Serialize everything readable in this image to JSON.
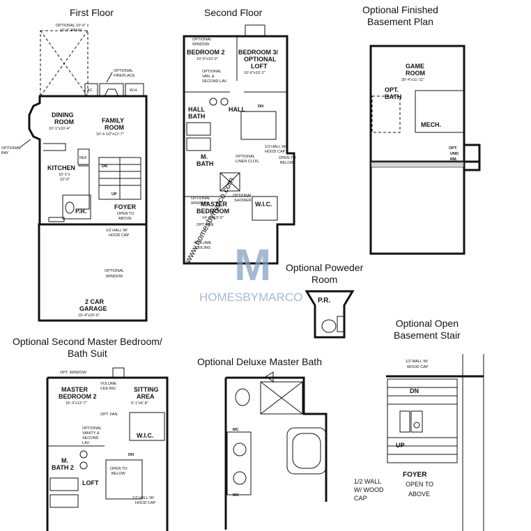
{
  "headings": {
    "first_floor": "First Floor",
    "second_floor": "Second Floor",
    "basement_line1": "Optional Finished",
    "basement_line2": "Basement Plan",
    "powder_line1": "Optional Poweder",
    "powder_line2": "Room",
    "open_stair_line1": "Optional Open",
    "open_stair_line2": "Basement Stair",
    "second_master_line1": "Optional Second Master Bedroom/",
    "second_master_line2": "Bath Suit",
    "deluxe_bath": "Optional Deluxe Master Bath"
  },
  "first_floor": {
    "patio_line1": "OPTIONAL 10'-0\" x",
    "patio_line2": "10'-0\" PATIO",
    "fireplace_line1": "OPTIONAL",
    "fireplace_line2": "FIREPLACE",
    "ac": "AC",
    "wh": "W.H.",
    "dining_name": "DINING",
    "dining_name2": "ROOM",
    "dining_dim": "10'-1\"x10'-4\"",
    "family_name": "FAMILY",
    "family_name2": "ROOM",
    "family_dim": "10'-4 1/2\"x12'-7\"",
    "bay_line1": "OPTIONAL",
    "bay_line2": "BAY",
    "kitchen_name": "KITCHEN",
    "kitchen_dim1": "10'-1\"x",
    "kitchen_dim2": "10'-0\"",
    "ref": "REF",
    "dn": "DN",
    "up": "UP",
    "pr": "P.R.",
    "foyer": "FOYER",
    "open_to": "OPEN TO",
    "above": "ABOVE",
    "half_wall": "1/2 HALL W/",
    "hood_cap": "HOOD CAP",
    "opt_window1": "OPTIONAL",
    "opt_window2": "WINDOW",
    "garage_name1": "2 CAR",
    "garage_name2": "GARAGE",
    "garage_dim": "19'-4\"x20'-0\""
  },
  "second_floor": {
    "opt_window1": "OPTIONAL",
    "opt_window2": "WINDOW",
    "bed2_name": "BEDROOM 2",
    "bed2_dim": "10'-5\"x10'-0\"",
    "bed3_name": "BEDROOM 3/",
    "bed3_name2": "OPTIONAL",
    "bed3_name3": "LOFT",
    "bed3_dim": "10'-6\"x10'-2\"",
    "van_line1": "OPTIONAL",
    "van_line2": "VAN. &",
    "van_line3": "SECOND LAV.",
    "hall_bath1": "HALL",
    "hall_bath2": "BATH",
    "hall": "HALL",
    "dn": "DN",
    "mbath1": "M.",
    "mbath2": "BATH",
    "half_wall1": "1/2 HALL W/",
    "half_wall2": "HOOD CAP",
    "linen1": "OPTIONAL",
    "linen2": "LINEN CLOS.",
    "open_to1": "OPEN TO",
    "open_to2": "BELOW",
    "opt_shower1": "OPTIONAL",
    "opt_shower2": "SHOWER",
    "master_name1": "MASTER",
    "master_name2": "BEDROOM",
    "master_dim": "14'-0\"x13'-0\"",
    "opt_fan": "OPT. FAN",
    "wic": "W.I.C.",
    "volume1": "VOLUME",
    "volume2": "CEILING",
    "opt_window_b1": "OPTIONAL",
    "opt_window_b2": "WINDOW"
  },
  "basement": {
    "game_name1": "GAME",
    "game_name2": "ROOM",
    "game_dim": "20'-4\"x11'-11\"",
    "opt_bath1": "OPT.",
    "opt_bath2": "BATH",
    "mech": "MECH.",
    "opt1": "OPT.",
    "und_rm1": "UND",
    "und_rm2": "RM."
  },
  "powder": {
    "pr": "P.R."
  },
  "second_master": {
    "opt_window": "OPT. WINDOW",
    "master_name1": "MASTER",
    "master_name2": "BEDROOM 2",
    "master_dim": "15'-3\"x12'-7\"",
    "volume1": "VOLUME",
    "volume2": "CEILING",
    "sitting_name1": "SITTING",
    "sitting_name2": "AREA",
    "sitting_dim": "6'-1\"x6'-8\"",
    "opt_fan": "OPT. FAN",
    "wic": "W.I.C.",
    "vanity1": "OPTIONAL",
    "vanity2": "VANITY &",
    "vanity3": "SECOND",
    "vanity4": "LAV.",
    "mbath1": "M.",
    "mbath2": "BATH 2",
    "loft": "LOFT",
    "open_to1": "OPEN TO",
    "open_to2": "BELOW",
    "dn": "DN",
    "half_wall1": "1/2 HALL W/",
    "half_wall2": "HOOD CAP"
  },
  "deluxe_bath": {
    "mc": "MC"
  },
  "open_stair": {
    "half_wall_top1": "1/2 WALL W/",
    "half_wall_top2": "WOOD CAP",
    "dn": "DN",
    "up": "UP",
    "foyer": "FOYER",
    "open_to": "OPEN TO",
    "above": "ABOVE",
    "half_wall_bot1": "1/2 WALL",
    "half_wall_bot2": "W/ WOOD",
    "half_wall_bot3": "CAP"
  },
  "watermark": {
    "brand": "HOMESBYMARCO",
    "url": "www.homesbymarco.com"
  }
}
